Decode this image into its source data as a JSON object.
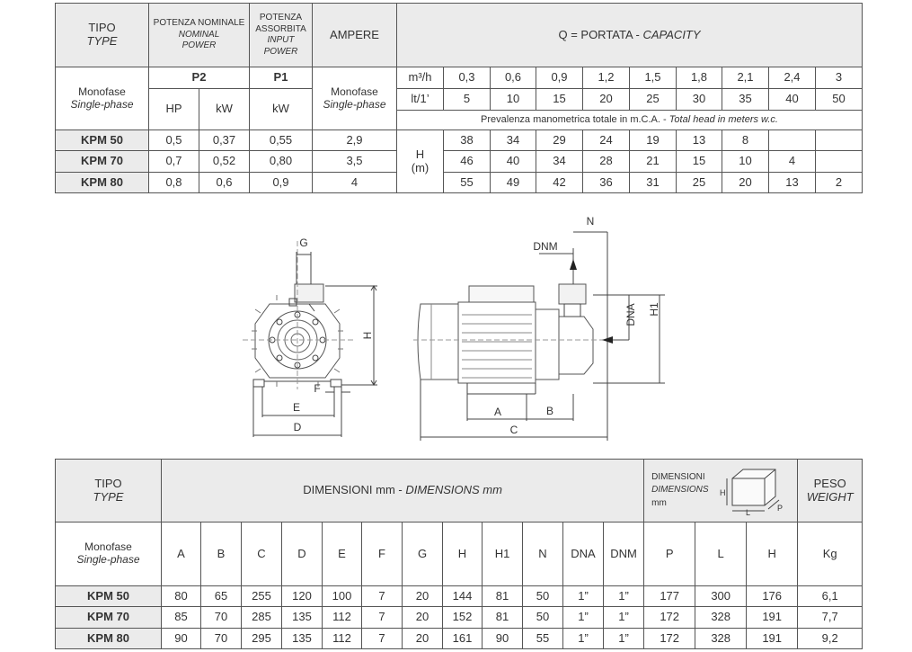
{
  "table1": {
    "tipo": "TIPO",
    "type": "TYPE",
    "potenza_nominale": "POTENZA NOMINALE",
    "nominal_power_1": "NOMINAL",
    "nominal_power_2": "POWER",
    "potenza_assorbita_1": "POTENZA",
    "potenza_assorbita_2": "ASSORBITA",
    "input_power_1": "INPUT",
    "input_power_2": "POWER",
    "ampere": "AMPERE",
    "portata": "Q = PORTATA - ",
    "capacity": "CAPACITY",
    "p2": "P2",
    "p1": "P1",
    "monofase": "Monofase",
    "single_phase": "Single-phase",
    "hp": "HP",
    "kw": "kW",
    "kw2": "kW",
    "m3h": "m³/h",
    "lt": "lt/1’",
    "m3h_values": [
      "0,3",
      "0,6",
      "0,9",
      "1,2",
      "1,5",
      "1,8",
      "2,1",
      "2,4",
      "3"
    ],
    "lt_values": [
      "5",
      "10",
      "15",
      "20",
      "25",
      "30",
      "35",
      "40",
      "50"
    ],
    "prevalenza": "Prevalenza manometrica totale in m.C.A. - ",
    "total_head": "Total head in meters w.c.",
    "h_label": "H",
    "m_label": "(m)",
    "rows": [
      {
        "model": "KPM 50",
        "hp": "0,5",
        "kw": "0,37",
        "p1": "0,55",
        "amp": "2,9",
        "heads": [
          "38",
          "34",
          "29",
          "24",
          "19",
          "13",
          "8",
          "",
          ""
        ]
      },
      {
        "model": "KPM 70",
        "hp": "0,7",
        "kw": "0,52",
        "p1": "0,80",
        "amp": "3,5",
        "heads": [
          "46",
          "40",
          "34",
          "28",
          "21",
          "15",
          "10",
          "4",
          ""
        ]
      },
      {
        "model": "KPM 80",
        "hp": "0,8",
        "kw": "0,6",
        "p1": "0,9",
        "amp": "4",
        "heads": [
          "55",
          "49",
          "42",
          "36",
          "31",
          "25",
          "20",
          "13",
          "2"
        ]
      }
    ]
  },
  "drawing": {
    "G": "G",
    "H": "H",
    "F": "F",
    "E": "E",
    "D": "D",
    "N": "N",
    "DNM": "DNM",
    "DNA": "DNA",
    "H1": "H1",
    "A": "A",
    "B": "B",
    "C": "C"
  },
  "table2": {
    "tipo": "TIPO",
    "type": "TYPE",
    "dimensioni": "DIMENSIONI mm - ",
    "dimensions": "DIMENSIONS mm",
    "box_dim_1": "DIMENSIONI",
    "box_dim_2": "DIMENSIONS",
    "box_dim_3": "mm",
    "box_h": "H",
    "box_l": "L",
    "box_p": "P",
    "peso": "PESO",
    "weight": "WEIGHT",
    "monofase": "Monofase",
    "single_phase": "Single-phase",
    "columns": [
      "A",
      "B",
      "C",
      "D",
      "E",
      "F",
      "G",
      "H",
      "H1",
      "N",
      "DNA",
      "DNM",
      "P",
      "L",
      "H",
      "Kg"
    ],
    "rows": [
      {
        "model": "KPM 50",
        "values": [
          "80",
          "65",
          "255",
          "120",
          "100",
          "7",
          "20",
          "144",
          "81",
          "50",
          "1”",
          "1”",
          "177",
          "300",
          "176",
          "6,1"
        ]
      },
      {
        "model": "KPM 70",
        "values": [
          "85",
          "70",
          "285",
          "135",
          "112",
          "7",
          "20",
          "152",
          "81",
          "50",
          "1”",
          "1”",
          "172",
          "328",
          "191",
          "7,7"
        ]
      },
      {
        "model": "KPM 80",
        "values": [
          "90",
          "70",
          "295",
          "135",
          "112",
          "7",
          "20",
          "161",
          "90",
          "55",
          "1”",
          "1”",
          "172",
          "328",
          "191",
          "9,2"
        ]
      }
    ]
  },
  "colors": {
    "header_bg": "#ebebeb",
    "border": "#555555",
    "text": "#333333"
  }
}
